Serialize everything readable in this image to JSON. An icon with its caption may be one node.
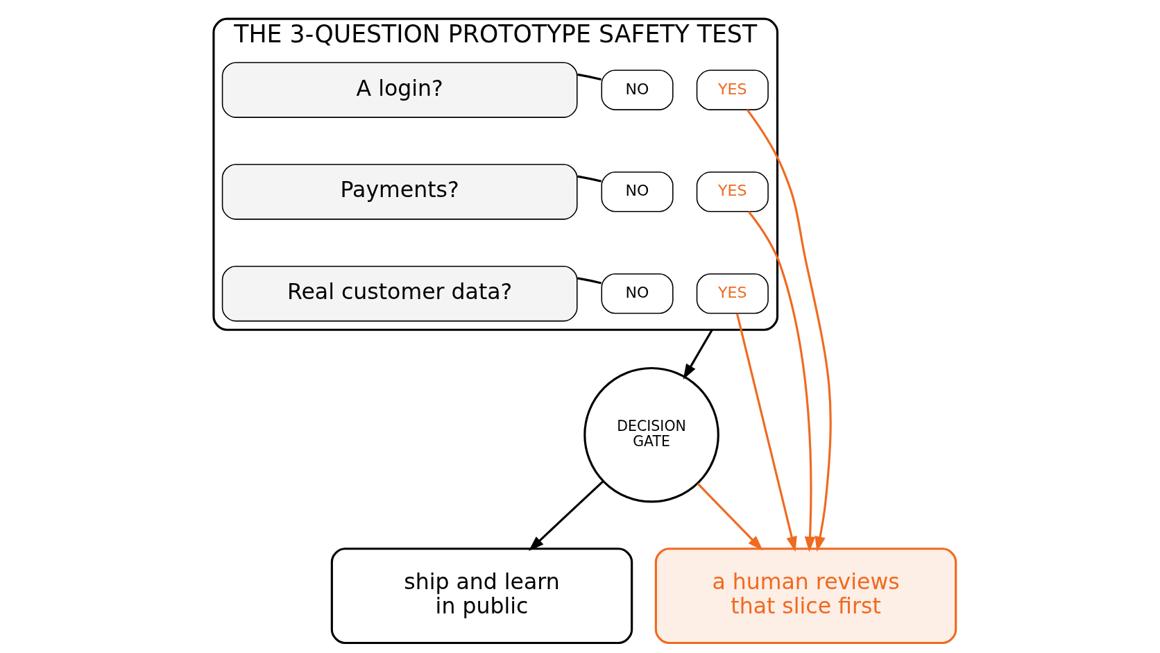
{
  "diagram": {
    "nodes": [
      {
        "text": [
          "THE 3-QUESTION PROTOTYPE SAFETY TEST"
        ]
      },
      {
        "text": [
          "A login?"
        ],
        "in": 0
      },
      {
        "text": [
          "NO"
        ],
        "in": 0
      },
      {
        "text": [
          "YES"
        ],
        "in": 0
      },
      {
        "text": [
          "Payments?"
        ],
        "in": 0
      },
      {
        "text": [
          "NO"
        ],
        "in": 0
      },
      {
        "text": [
          "YES"
        ],
        "in": 0
      },
      {
        "text": [
          "Real customer data?"
        ],
        "in": 0
      },
      {
        "text": [
          "NO"
        ],
        "in": 0
      },
      {
        "text": [
          "YES"
        ],
        "in": 0
      },
      {
        "text": [
          "DECISION GATE"
        ]
      },
      {
        "text": [
          "ship and learn in public"
        ]
      },
      {
        "text": [
          "a human reviews that slice first"
        ]
      }
    ],
    "edges": [
      {
        "from": 1,
        "to": 2,
        "arrow": "none"
      },
      {
        "from": 4,
        "to": 5,
        "arrow": "none"
      },
      {
        "from": 7,
        "to": 8,
        "arrow": "none"
      },
      {
        "from": 0,
        "to": 10,
        "arrow": "to"
      },
      {
        "from": 10,
        "to": 11,
        "arrow": "to"
      },
      {
        "from": 3,
        "to": 12,
        "arrow": "to",
        "color": "#f06a20"
      },
      {
        "from": 6,
        "to": 12,
        "arrow": "to",
        "color": "#f06a20"
      },
      {
        "from": 9,
        "to": 12,
        "arrow": "to",
        "color": "#f06a20"
      },
      {
        "from": 10,
        "to": 12,
        "arrow": "to",
        "color": "#f06a20"
      }
    ]
  }
}
